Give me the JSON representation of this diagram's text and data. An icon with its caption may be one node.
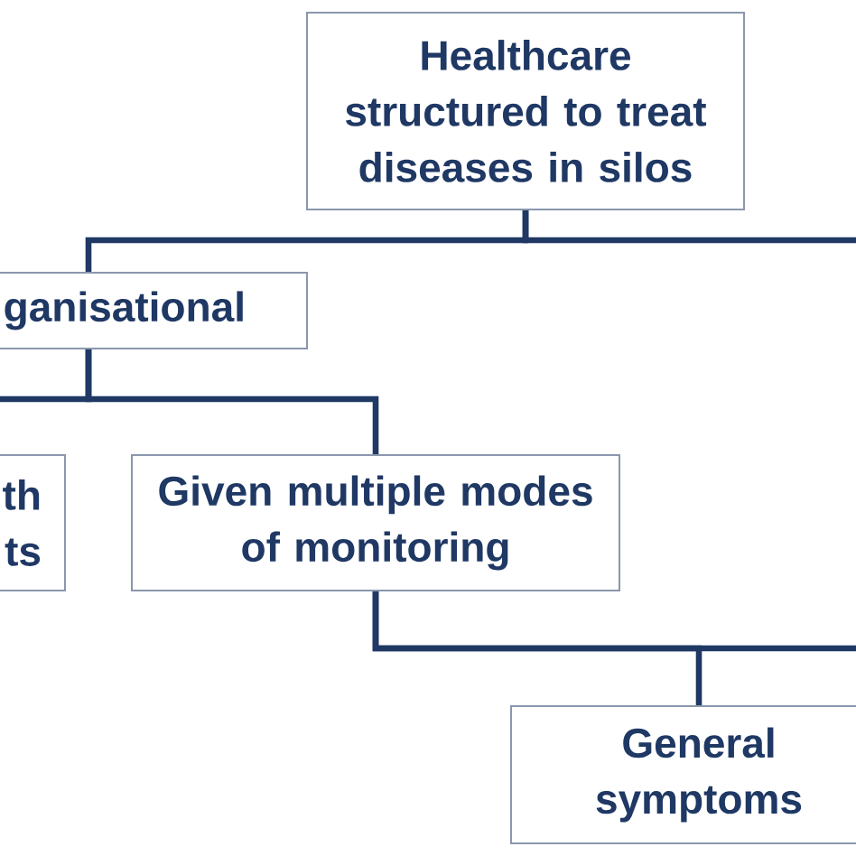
{
  "diagram": {
    "nodes": [
      {
        "text": [
          "Healthcare structured to treat diseases in silos"
        ]
      },
      {
        "text": [
          "ganisational"
        ]
      },
      {
        "text": [
          "th ts"
        ]
      },
      {
        "text": [
          "Given multiple modes of monitoring"
        ]
      },
      {
        "text": [
          "General symptoms"
        ]
      }
    ],
    "edges": [
      {
        "from": 0,
        "to": 1,
        "arrow": "none"
      },
      {
        "from": 0,
        "to": null,
        "arrow": "none"
      },
      {
        "from": 1,
        "to": null,
        "arrow": "none"
      },
      {
        "from": 1,
        "to": 3,
        "arrow": "none"
      },
      {
        "from": 3,
        "to": 4,
        "arrow": "none"
      },
      {
        "from": 3,
        "to": null,
        "arrow": "none"
      }
    ]
  }
}
